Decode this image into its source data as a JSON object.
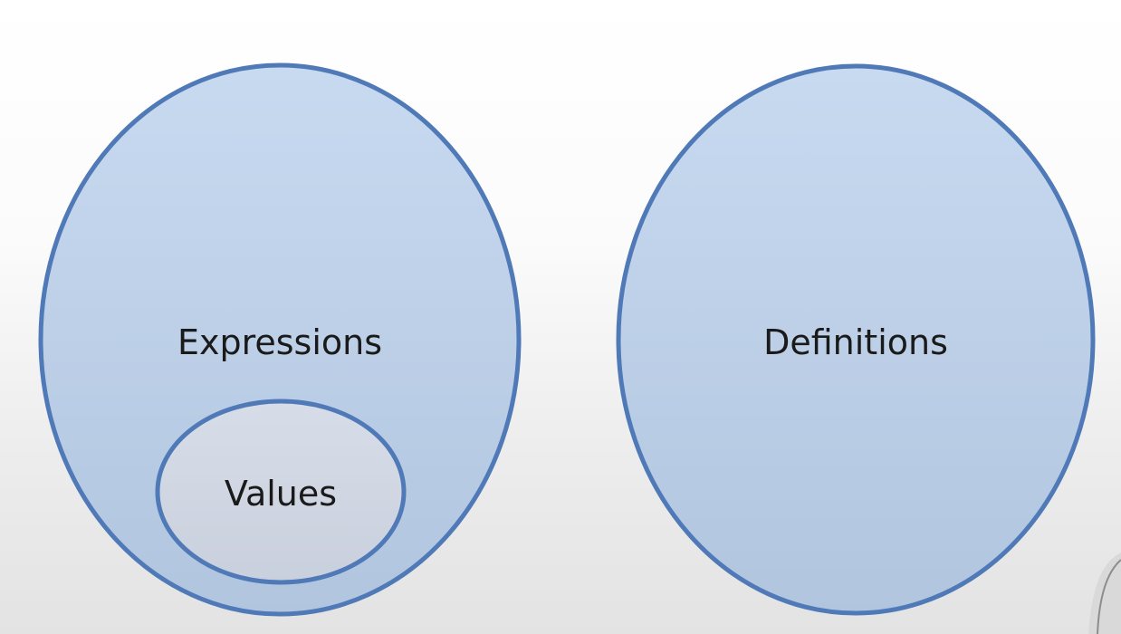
{
  "diagram": {
    "sets": [
      {
        "id": "expressions",
        "label": "Expressions",
        "contains": [
          "values"
        ]
      },
      {
        "id": "values",
        "label": "Values",
        "parent": "expressions"
      },
      {
        "id": "definitions",
        "label": "Definitions"
      }
    ]
  },
  "colors": {
    "outer_fill": "#c6d8ef",
    "outer_fill_bottom": "#b2c6e0",
    "inner_fill": "#d3d9e4",
    "stroke": "#4f79b7",
    "text": "#1a1a1a"
  }
}
